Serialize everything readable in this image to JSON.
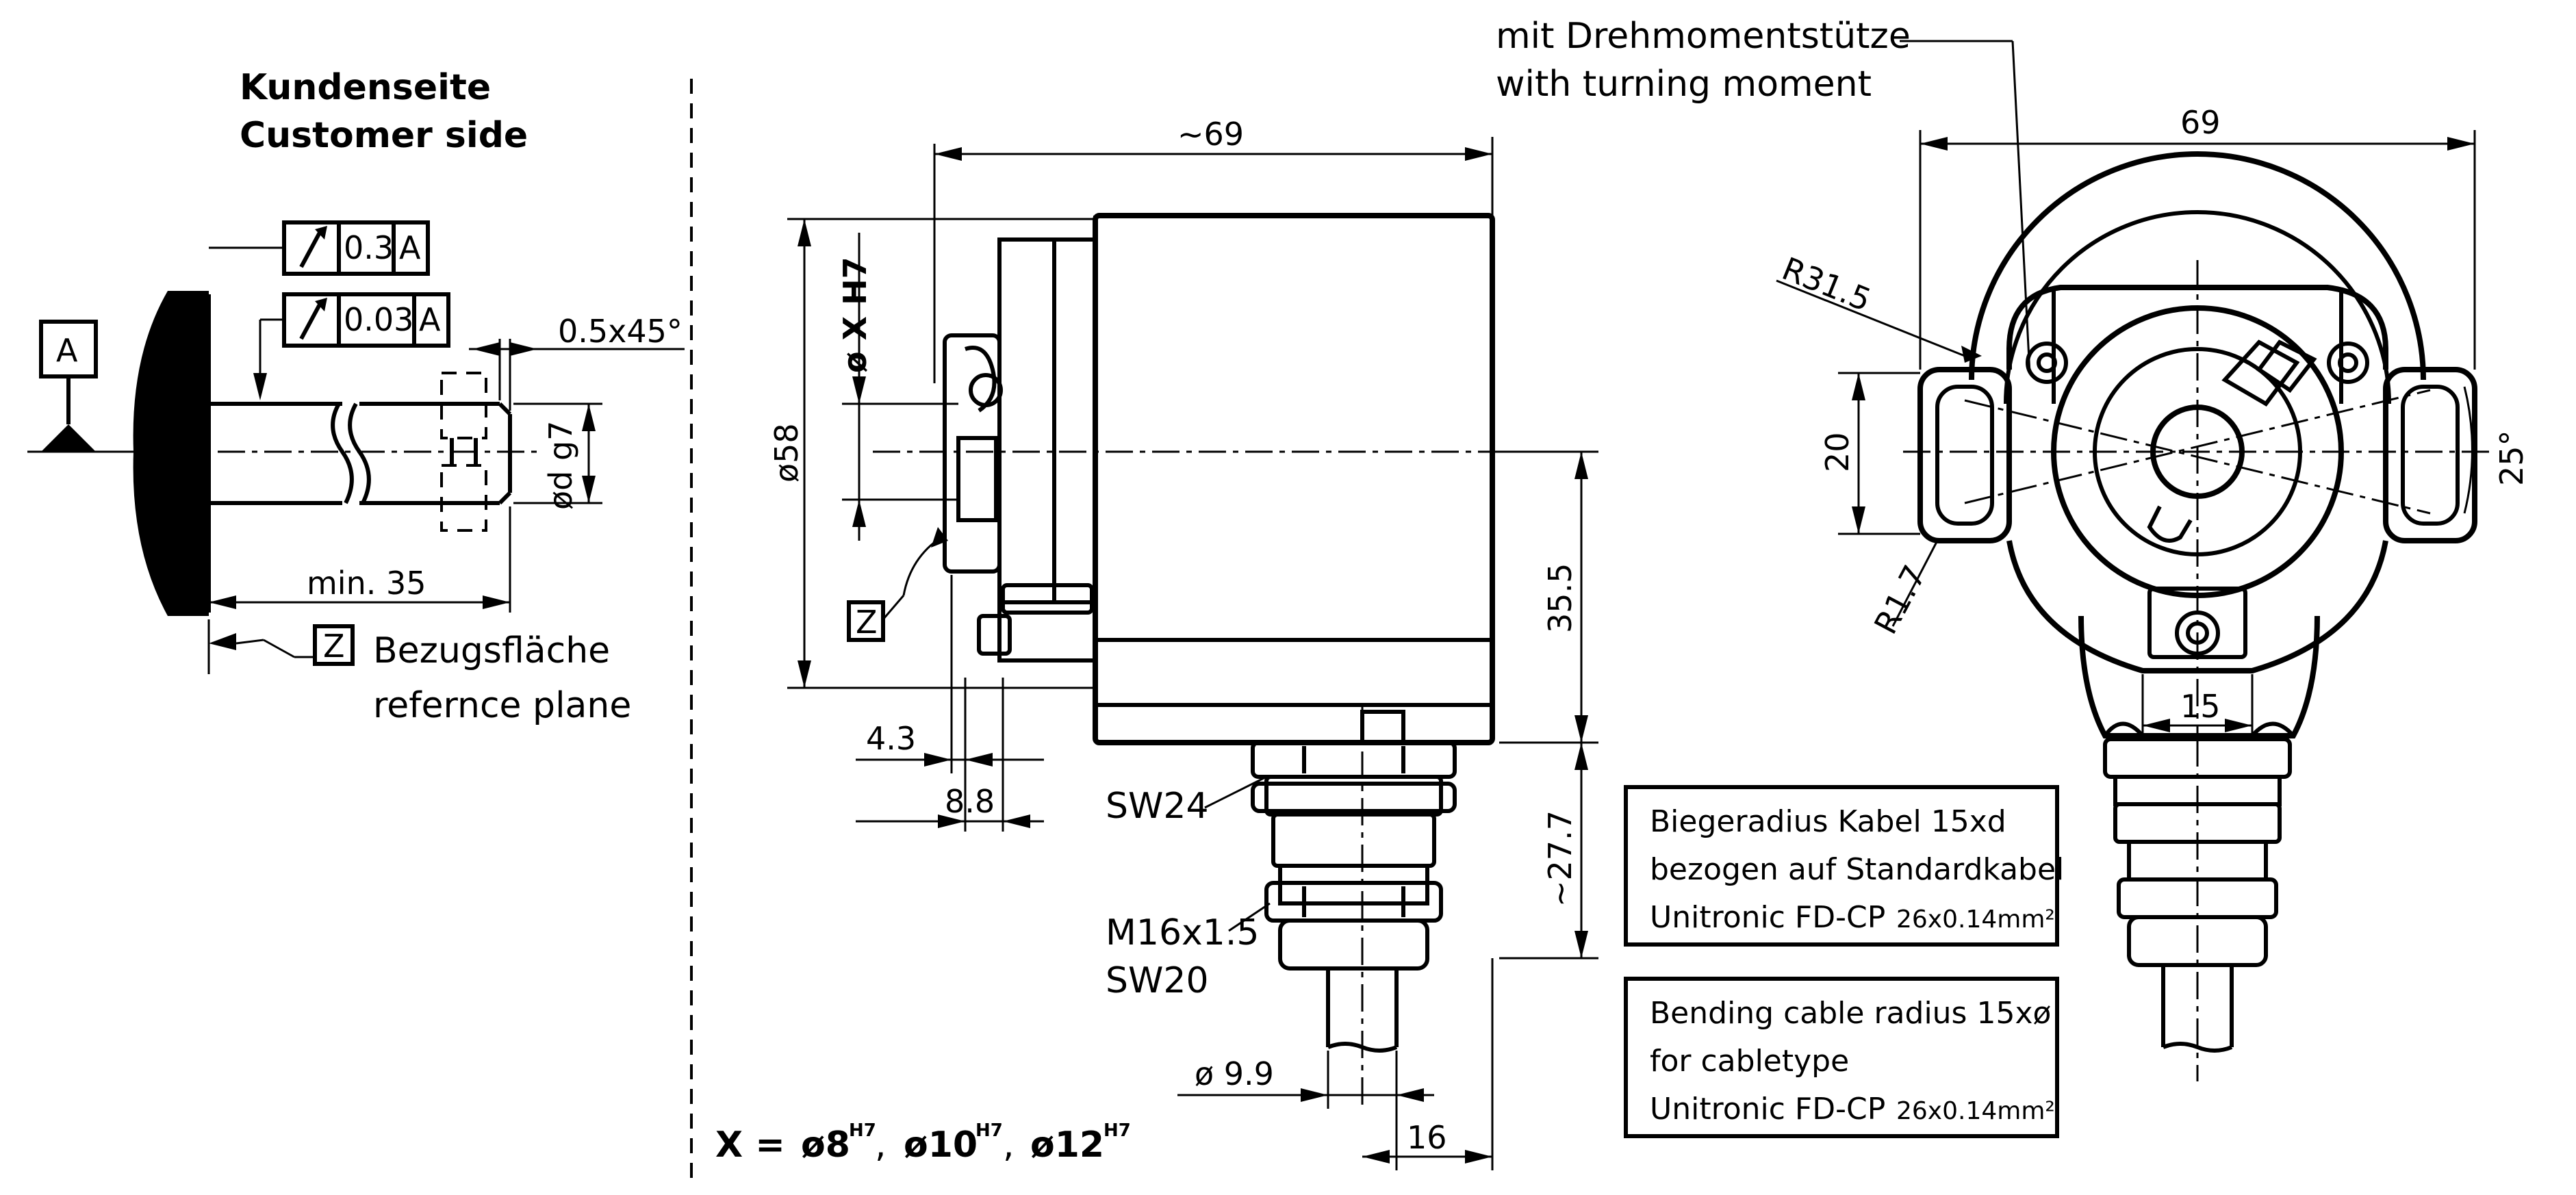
{
  "customer_side": {
    "de": "Kundenseite",
    "en": "Customer side"
  },
  "datum_label": "A",
  "tolerances": [
    {
      "symbol": "runout",
      "value": "0.3",
      "datum": "A"
    },
    {
      "symbol": "runout",
      "value": "0.03",
      "datum": "A"
    }
  ],
  "chamfer": "0.5x45°",
  "shaft_dia": "ød g7",
  "min_length": "min. 35",
  "reference": {
    "marker": "Z",
    "de": "Bezugsfläche",
    "en": "refernce plane"
  },
  "side_view": {
    "length": "~69",
    "bore": "ø X H7",
    "body_dia": "ø58",
    "height": "35.5",
    "flange_a": "4.3",
    "flange_b": "8.8",
    "wrench_a": "SW24",
    "thread": "M16x1.5",
    "wrench_b": "SW20",
    "cable_dia": "ø 9.9",
    "gland_len": "16",
    "gland_height": "~27.7",
    "ref_marker": "Z"
  },
  "x_note": {
    "lead": "X =",
    "options": [
      {
        "base": "ø8",
        "sup": "H7"
      },
      {
        "base": "ø10",
        "sup": "H7"
      },
      {
        "base": "ø12",
        "sup": "H7"
      }
    ]
  },
  "torque_support": {
    "de": "mit Drehmomentstütze",
    "en": "with turning moment"
  },
  "front_view": {
    "width": "69",
    "radius_outer": "R31.5",
    "slot_height": "20",
    "radius_inner": "R1.7",
    "angle": "25°",
    "spacing": "15"
  },
  "note_de": {
    "line1": "Biegeradius Kabel 15xd",
    "line2": "bezogen auf Standardkabel",
    "line3a": "Unitronic FD-CP",
    "line3b": "26x0.14mm²"
  },
  "note_en": {
    "line1": "Bending cable radius 15xø",
    "line2": "for cabletype",
    "line3a": "Unitronic FD-CP",
    "line3b": "26x0.14mm²"
  }
}
